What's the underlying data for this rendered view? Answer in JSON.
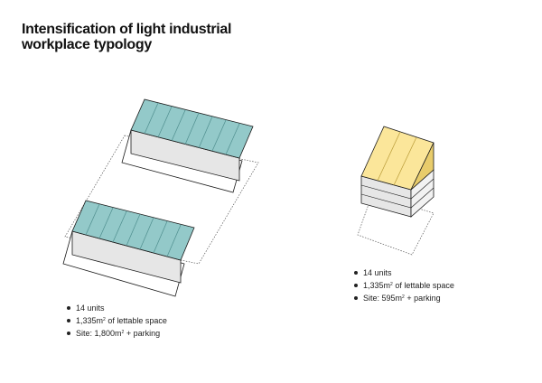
{
  "title": {
    "line1": "Intensification of light industrial",
    "line2": "workplace typology"
  },
  "colors": {
    "roof_teal": "#93c9c9",
    "roof_teal_dark": "#6fa9a9",
    "roof_yellow": "#fbe69a",
    "roof_yellow_dark": "#e8cc6b",
    "wall_grey": "#e6e6e6",
    "outline": "#1a1a1a"
  },
  "existing": {
    "units_text": "14 units",
    "space_value": "1,335m",
    "space_suffix": " of lettable space",
    "site_value": "Site: 1,800m",
    "site_suffix": " + parking",
    "superscript": "2"
  },
  "intensified": {
    "units_text": "14 units",
    "space_value": "1,335m",
    "space_suffix": " of lettable space",
    "site_value": "Site: 595m",
    "site_suffix": " + parking",
    "superscript": "2"
  }
}
